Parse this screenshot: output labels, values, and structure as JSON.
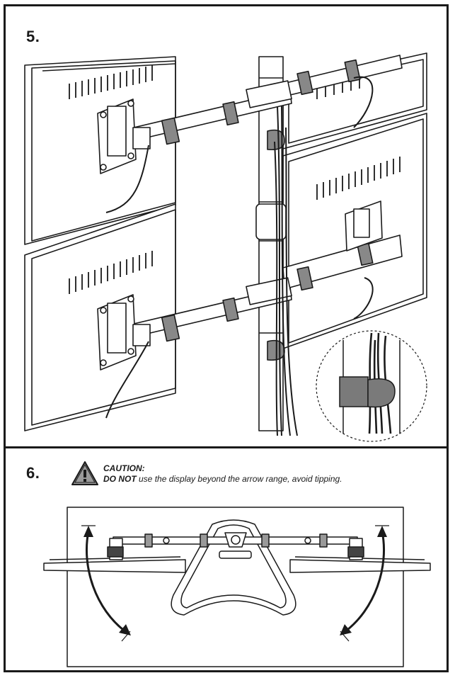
{
  "steps": {
    "step5": {
      "number": "5."
    },
    "step6": {
      "number": "6.",
      "caution_title": "CAUTION:",
      "caution_emphasis": "DO NOT",
      "caution_text": " use the display beyond the arrow range, avoid tipping."
    }
  },
  "icons": {
    "warning": "warning-triangle-icon"
  },
  "colors": {
    "line": "#1a1a1a",
    "strap": "#7a7a7a",
    "background": "#ffffff"
  }
}
